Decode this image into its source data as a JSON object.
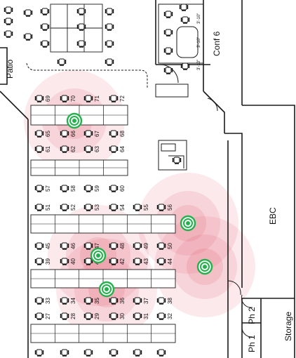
{
  "rooms": {
    "patio": "Patio",
    "conf6": "Conf 6",
    "ebc": "EBC",
    "ph2": "Ph 2",
    "ph1": "Ph 1",
    "storage": "Storage"
  },
  "conf_dims": [
    "3'-10\"",
    "3'-10\"",
    "3'-10\""
  ],
  "desk_numbers": {
    "row1": [
      "69",
      "70",
      "71",
      "72"
    ],
    "row2": [
      "65",
      "66",
      "67",
      "68"
    ],
    "row3": [
      "61",
      "62",
      "63",
      "64"
    ],
    "row4": [
      "57",
      "58",
      "59",
      "60"
    ],
    "row5": [
      "51",
      "52",
      "53",
      "54",
      "55",
      "56"
    ],
    "row6": [
      "45",
      "46",
      "47",
      "48",
      "49",
      "50"
    ],
    "row7": [
      "39",
      "40",
      "41",
      "42",
      "43",
      "44"
    ],
    "row8": [
      "33",
      "34",
      "35",
      "36",
      "37",
      "38"
    ],
    "row9": [
      "27",
      "28",
      "29",
      "30",
      "31",
      "32"
    ]
  },
  "access_points": [
    {
      "id": "ap-1"
    },
    {
      "id": "ap-2"
    },
    {
      "id": "ap-3"
    },
    {
      "id": "ap-4"
    },
    {
      "id": "ap-5"
    }
  ],
  "colors": {
    "coverage": "#e0566b",
    "ap": "#22b24c",
    "wall": "#1a1a1a"
  },
  "icons": [
    "chair-icon",
    "wifi-access-point-icon",
    "door-swing-icon",
    "printer-icon"
  ]
}
